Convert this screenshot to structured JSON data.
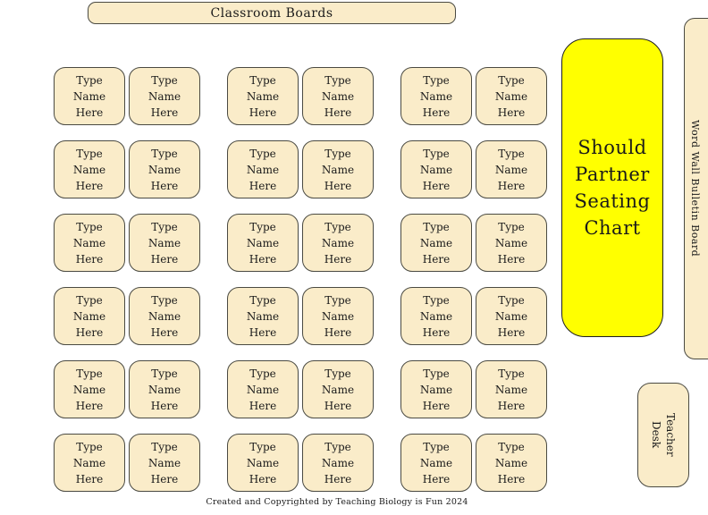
{
  "header": {
    "label": "Classroom Boards"
  },
  "seating": {
    "rows": 6,
    "pairs_per_row": 3,
    "seats_per_pair": 2,
    "desk_label": "Type\nName\nHere"
  },
  "partner_board": {
    "label": "Should\nPartner\nSeating\nChart"
  },
  "word_wall": {
    "label": "Word Wall Bulletin Board"
  },
  "teacher_desk": {
    "label": "Teacher\nDesk"
  },
  "footer": {
    "label": "Created and Copyrighted by Teaching Biology is Fun 2024"
  },
  "colors": {
    "desk_fill": "#FAECC9",
    "board_fill": "#FFFF00",
    "outline": "#4A4A42"
  }
}
